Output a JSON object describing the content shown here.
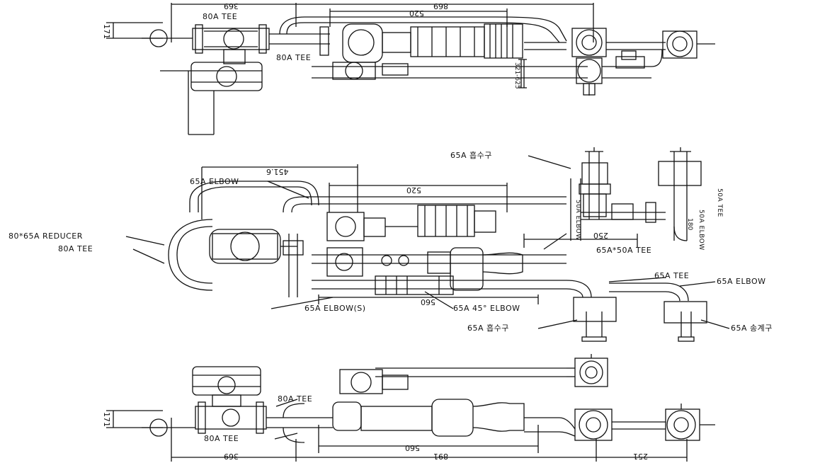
{
  "view1": {
    "dim_top_left": "369",
    "dim_top_right": "869",
    "dim_inner": "520",
    "dim_left_vertical": "171",
    "dim_right_vertical": "321-625",
    "tee_top": "80A TEE",
    "tee_bottom": "80A TEE"
  },
  "view2": {
    "dim_top": "451.6",
    "dim_inner": "520",
    "dim_bottom": "560",
    "dim_250": "250",
    "dim_180": "180",
    "labels": {
      "suction_top": "65A 흡수구",
      "elbow_top": "65A ELBOW",
      "reducer": "80*65A REDUCER",
      "tee_80": "80A TEE",
      "tee_65_50": "65A*50A TEE",
      "elbow_50a_1": "50A ELBOW",
      "elbow_50a_2": "50A ELBOW",
      "tee_50a": "50A TEE",
      "tee_65": "65A TEE",
      "elbow_65_right": "65A ELBOW",
      "elbow_s": "65A ELBOW(S)",
      "elbow_45": "65A 45° ELBOW",
      "suction_bottom": "65A 흡수구",
      "discharge": "65A 송계구"
    }
  },
  "view3": {
    "tee_top": "80A TEE",
    "tee_bottom": "80A TEE",
    "dim_left_vertical": "171",
    "dim_bottom_left": "369",
    "dim_bottom_mid": "560",
    "dim_bottom_total": "891",
    "dim_bottom_right": "251"
  }
}
